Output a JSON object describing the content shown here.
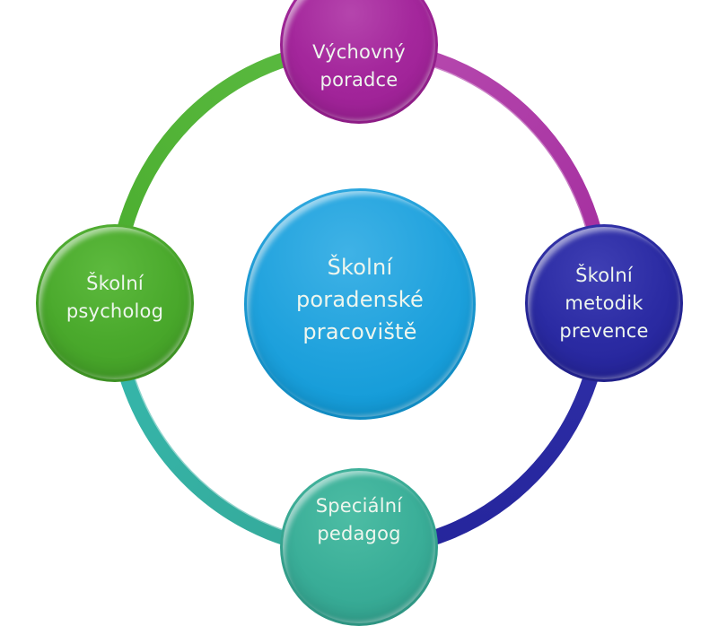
{
  "diagram": {
    "type": "cycle-hub",
    "center": {
      "label": "Školní\nporadenské\npracoviště",
      "color": "#14a0dc"
    },
    "nodes": [
      {
        "position": "top",
        "label": "Výchovný\nporadce",
        "color": "#a4279c"
      },
      {
        "position": "right",
        "label": "Školní\nmetodik\nprevence",
        "color": "#2b2ba3"
      },
      {
        "position": "bottom",
        "label": "Speciální\npedagog",
        "color": "#3aae98"
      },
      {
        "position": "left",
        "label": "Školní\npsycholog",
        "color": "#4aa92c"
      }
    ],
    "ring_segments": [
      {
        "from": "top",
        "to": "right",
        "color": "#b03aa8"
      },
      {
        "from": "right",
        "to": "bottom",
        "color": "#2b2ba3"
      },
      {
        "from": "bottom",
        "to": "left",
        "color": "#3bb5a3"
      },
      {
        "from": "left",
        "to": "top",
        "color": "#52b33a"
      }
    ]
  }
}
